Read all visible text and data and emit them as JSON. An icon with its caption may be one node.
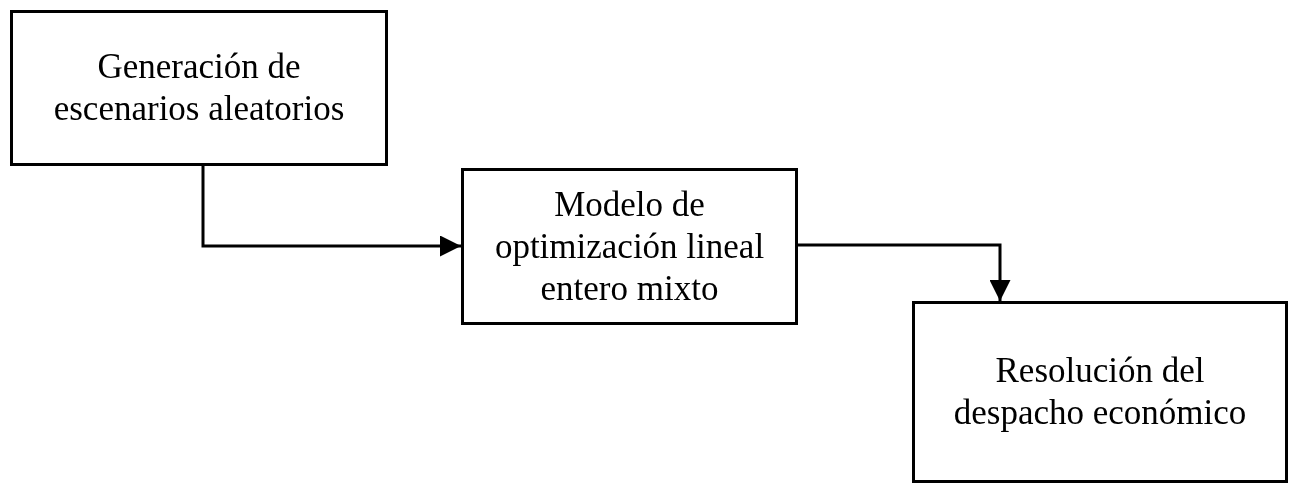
{
  "diagram": {
    "nodes": [
      {
        "text": [
          "Generación de escenarios aleatorios"
        ]
      },
      {
        "text": [
          "Modelo de optimización lineal entero mixto"
        ]
      },
      {
        "text": [
          "Resolución del despacho económico"
        ]
      }
    ],
    "edges": [
      {
        "from": 0,
        "to": 1,
        "arrow": "to"
      },
      {
        "from": 1,
        "to": 2,
        "arrow": "to"
      }
    ]
  }
}
